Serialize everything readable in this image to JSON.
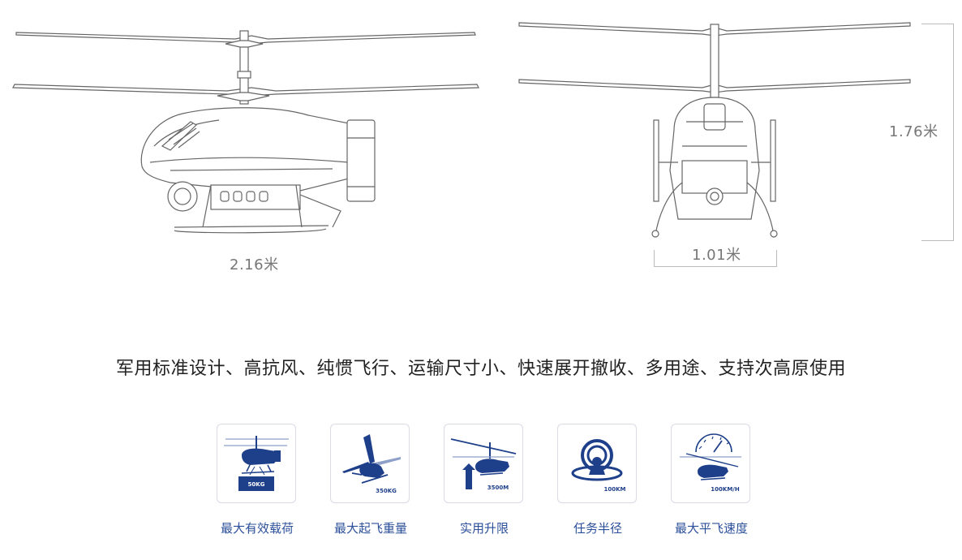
{
  "dimensions": {
    "length": "2.16米",
    "height": "1.76米",
    "width": "1.01米"
  },
  "tagline": "军用标准设计、高抗风、纯惯飞行、运输尺寸小、快速展开撤收、多用途、支持次高原使用",
  "specs": [
    {
      "icon": "payload-helicopter-icon",
      "value": "50KG",
      "label": "最大有效载荷"
    },
    {
      "icon": "takeoff-weight-helicopter-icon",
      "value": "350KG",
      "label": "最大起飞重量"
    },
    {
      "icon": "ceiling-helicopter-icon",
      "value": "3500M",
      "label": "实用升限"
    },
    {
      "icon": "radius-target-icon",
      "value": "100KM",
      "label": "任务半径"
    },
    {
      "icon": "speed-gauge-helicopter-icon",
      "value": "100KM/H",
      "label": "最大平飞速度"
    }
  ],
  "colors": {
    "icon_blue": "#1e3f8a",
    "label_blue": "#2c4f9a",
    "line_gray": "#8a8a8a",
    "card_border": "#d9dbe6"
  }
}
